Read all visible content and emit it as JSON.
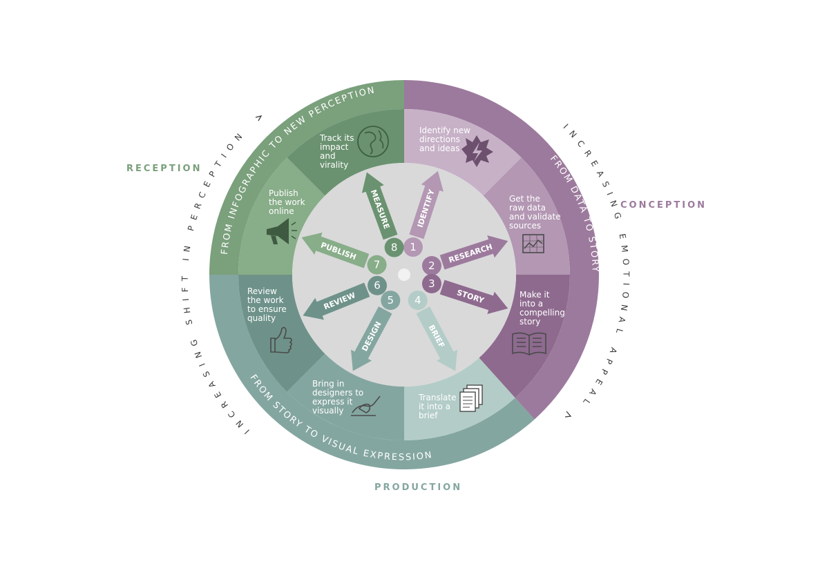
{
  "colors": {
    "purple_dark": "#9c7a9d",
    "purple_mid": "#b397b3",
    "purple_light": "#c7b1c7",
    "purple_arrow": "#8e6a8f",
    "green_dark": "#7aa07c",
    "green_mid": "#6a9270",
    "green_light": "#88ad89",
    "teal_dark": "#84a6a0",
    "teal_mid": "#6e9289",
    "teal_light": "#b3ccc7",
    "hub": "#d9d9d9"
  },
  "phases": {
    "reception": "RECEPTION",
    "conception": "CONCEPTION",
    "production": "PRODUCTION"
  },
  "ring": {
    "green": "FROM INFOGRAPHIC TO NEW PERCEPTION",
    "purple": "FROM DATA TO STORY",
    "teal": "FROM STORY TO VISUAL EXPRESSION"
  },
  "outer": {
    "left": "INCREASING SHIFT IN PERCEPTION",
    "right": "INCREASING EMOTIONAL APPEAL"
  },
  "steps": [
    {
      "num": "1",
      "label": "IDENTIFY",
      "lines": [
        "Identify new",
        "directions",
        "and ideas"
      ],
      "icon": "lightning-burst-icon"
    },
    {
      "num": "2",
      "label": "RESEARCH",
      "lines": [
        "Get the",
        "raw data",
        "and validate",
        "sources"
      ],
      "icon": "line-chart-icon"
    },
    {
      "num": "3",
      "label": "STORY",
      "lines": [
        "Make it",
        "into a",
        "compelling",
        "story"
      ],
      "icon": "open-book-icon"
    },
    {
      "num": "4",
      "label": "BRIEF",
      "lines": [
        "Translate",
        "it into a",
        "brief"
      ],
      "icon": "documents-icon"
    },
    {
      "num": "5",
      "label": "DESIGN",
      "lines": [
        "Bring in",
        "designers to",
        "express it",
        "visually"
      ],
      "icon": "drawing-hand-icon"
    },
    {
      "num": "6",
      "label": "REVIEW",
      "lines": [
        "Review",
        "the work",
        "to ensure",
        "quality"
      ],
      "icon": "thumbs-up-icon"
    },
    {
      "num": "7",
      "label": "PUBLISH",
      "lines": [
        "Publish",
        "the work",
        "online"
      ],
      "icon": "megaphone-icon"
    },
    {
      "num": "8",
      "label": "MEASURE",
      "lines": [
        "Track its",
        "impact",
        "and",
        "virality"
      ],
      "icon": "globe-icon"
    }
  ]
}
